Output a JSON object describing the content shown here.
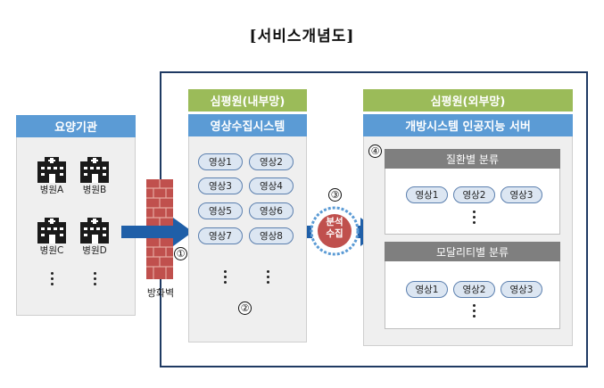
{
  "title": "[서비스개념도]",
  "institutions": {
    "header": "요양기관",
    "hospitals": [
      "병원A",
      "병원B",
      "병원C",
      "병원D"
    ]
  },
  "firewall": {
    "label": "방화벽",
    "step": "①"
  },
  "internal": {
    "network": "심평원(내부망)",
    "system": "영상수집시스템",
    "images": [
      "영상1",
      "영상2",
      "영상3",
      "영상4",
      "영상5",
      "영상6",
      "영상7",
      "영상8"
    ],
    "step": "②"
  },
  "transfer": {
    "label_line1": "분석",
    "label_line2": "수집",
    "step": "③"
  },
  "external": {
    "network": "심평원(외부망)",
    "server": "개방시스템 인공지능 서버",
    "step": "④",
    "groups": [
      {
        "title": "질환별 분류",
        "images": [
          "영상1",
          "영상2",
          "영상3"
        ]
      },
      {
        "title": "모달리티별 분류",
        "images": [
          "영상1",
          "영상2",
          "영상3"
        ]
      }
    ]
  },
  "colors": {
    "blue_header": "#5b9bd5",
    "green_header": "#9bbb59",
    "arrow": "#1f5fa8",
    "firewall": "#c0504d"
  }
}
